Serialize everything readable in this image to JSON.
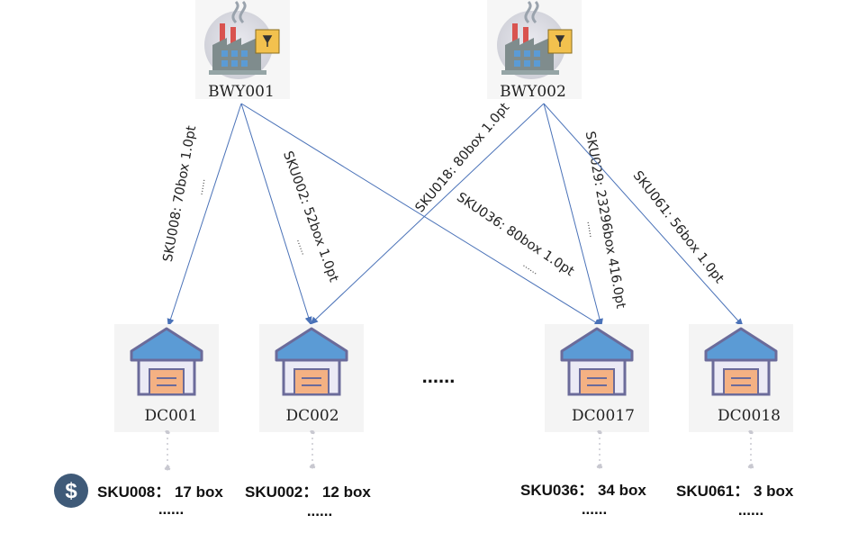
{
  "factories": [
    {
      "id": "BWY001",
      "label": "BWY001"
    },
    {
      "id": "BWY002",
      "label": "BWY002"
    }
  ],
  "dcs": [
    {
      "id": "DC001",
      "label": "DC001"
    },
    {
      "id": "DC002",
      "label": "DC002"
    },
    {
      "id": "DC017",
      "label": "DC0017"
    },
    {
      "id": "DC018",
      "label": "DC0018"
    }
  ],
  "edges": [
    {
      "from": "BWY001",
      "to": "DC001",
      "label": "SKU008: 70box 1.0pt",
      "dots": "......"
    },
    {
      "from": "BWY001",
      "to": "DC002",
      "label": "SKU002: 52box 1.0pt",
      "dots": "......"
    },
    {
      "from": "BWY001",
      "to": "DC017",
      "label": "SKU036: 80box 1.0pt",
      "dots": "......"
    },
    {
      "from": "BWY002",
      "to": "DC002",
      "label": "SKU018: 80box 1.0pt",
      "dots": ""
    },
    {
      "from": "BWY002",
      "to": "DC017",
      "label": "SKU029: 23296box 416.0pt",
      "dots": "......"
    },
    {
      "from": "BWY002",
      "to": "DC018",
      "label": "SKU061: 56box 1.0pt",
      "dots": ""
    }
  ],
  "middle_ellipsis": "......",
  "demands": [
    {
      "dc": "DC001",
      "label": "SKU008： 17 box",
      "dots": "......",
      "icon": "dollar-icon"
    },
    {
      "dc": "DC002",
      "label": "SKU002： 12 box",
      "dots": "......"
    },
    {
      "dc": "DC017",
      "label": "SKU036： 34 box",
      "dots": "......"
    },
    {
      "dc": "DC018",
      "label": "SKU061： 3 box",
      "dots": "......"
    }
  ],
  "colors": {
    "edge": "#4a72b8",
    "roof": "#5b9bd5",
    "house_outline": "#6b6b9a",
    "door": "#f4b183",
    "factory_body": "#7f8c8d",
    "factory_window": "#5b9bd5",
    "dollar_bg": "#3f5a78"
  }
}
